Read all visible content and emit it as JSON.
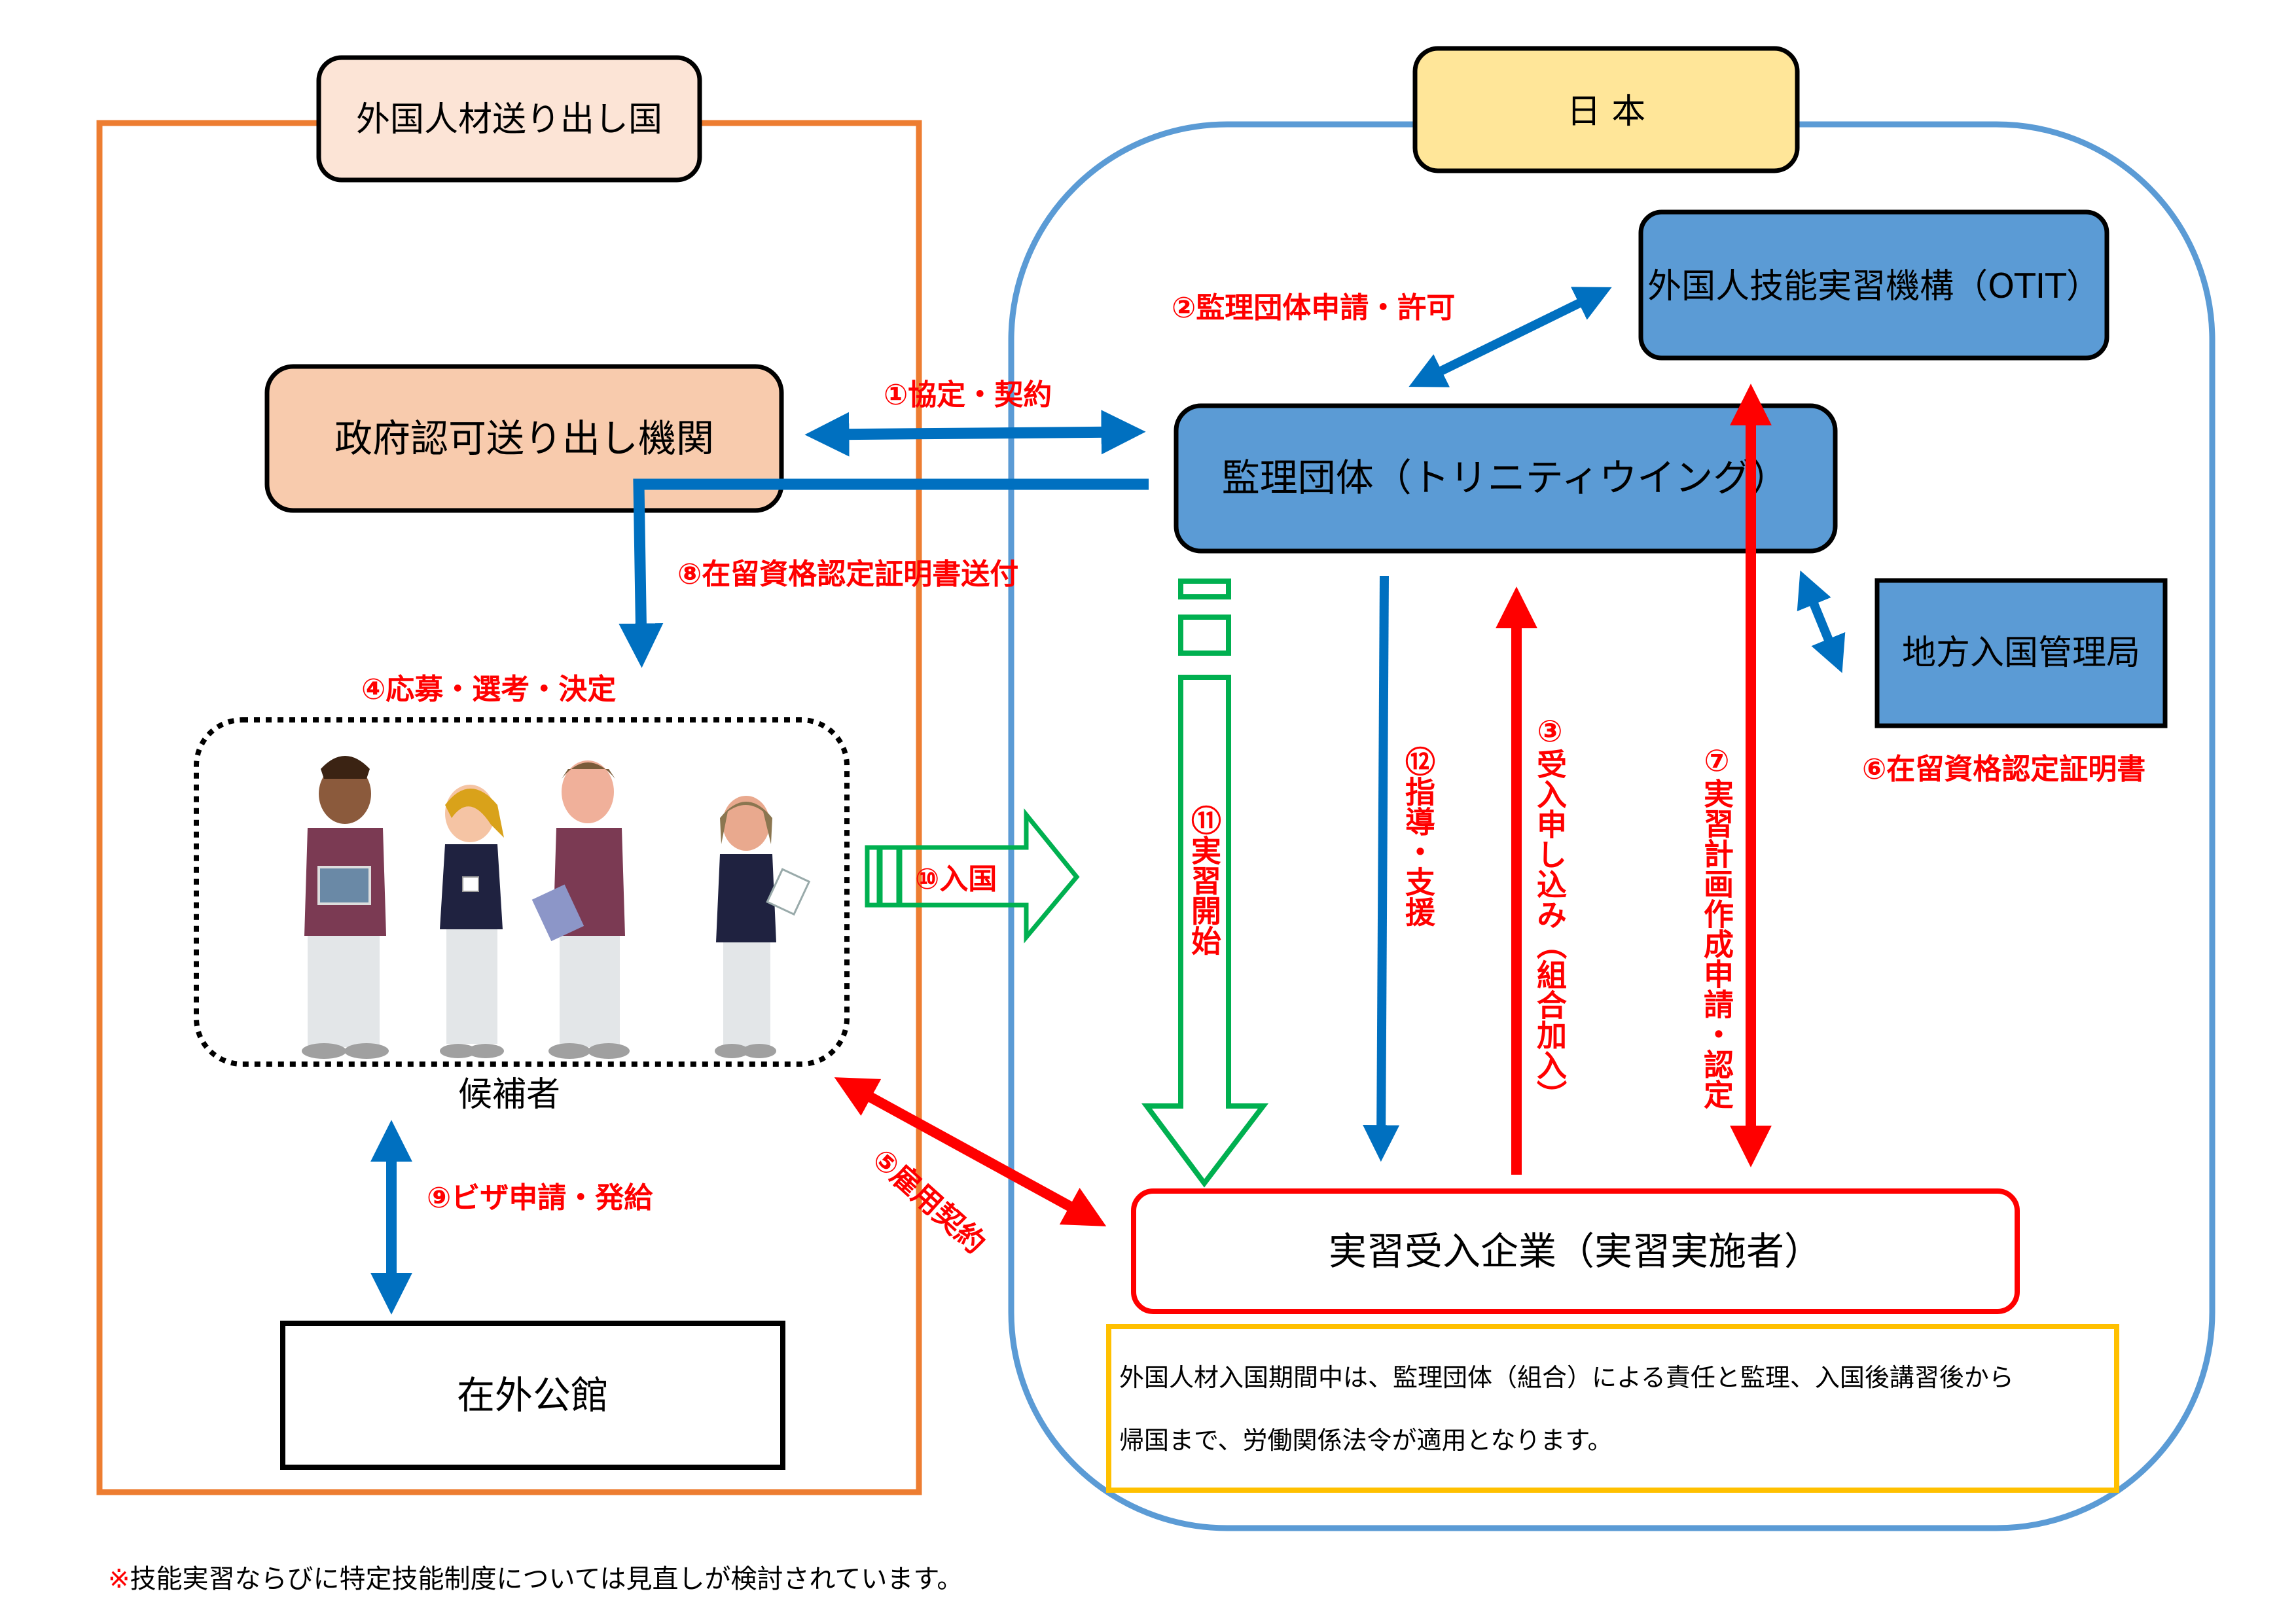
{
  "colors": {
    "orange": "#ED7D31",
    "light_blue": "#5B9BD5",
    "blue_arrow": "#0070C0",
    "red": "#FF0000",
    "green": "#00B050",
    "yellow_border": "#FFC000",
    "sending_country_fill": "#FCE4D6",
    "sending_org_fill": "#F8CBAD",
    "japan_fill": "#FFE699",
    "org_fill": "#5B9BD5"
  },
  "regions": {
    "sending_country": "外国人材送り出し国",
    "japan": "日 本"
  },
  "nodes": {
    "sending_org": "政府認可送り出し機関",
    "supervising_org": "監理団体（トリニティウイング）",
    "otit": "外国人技能実習機構（OTIT）",
    "immigration": "地方入国管理局",
    "candidates": "候補者",
    "embassy": "在外公館",
    "company": "実習受入企業（実習実施者）"
  },
  "steps": {
    "s1": "①協定・契約",
    "s2": "②監理団体申請・許可",
    "s3": "③受入申し込み（組合加入）",
    "s4": "④応募・選考・決定",
    "s5": "⑤雇用契約",
    "s6": "⑥在留資格認定証明書",
    "s7": "⑦実習計画作成申請・認定",
    "s8": "⑧在留資格認定証明書送付",
    "s9": "⑨ビザ申請・発給",
    "s10": "⑩入国",
    "s11": "⑪実習開始",
    "s12": "⑫指導・支援"
  },
  "note": {
    "line1": "外国人材入国期間中は、監理団体（組合）による責任と監理、入国後講習後から",
    "line2": "帰国まで、労働関係法令が適用となります。"
  },
  "footnote": {
    "mark": "※",
    "text": "技能実習ならびに特定技能制度については見直しが検討されています。"
  }
}
